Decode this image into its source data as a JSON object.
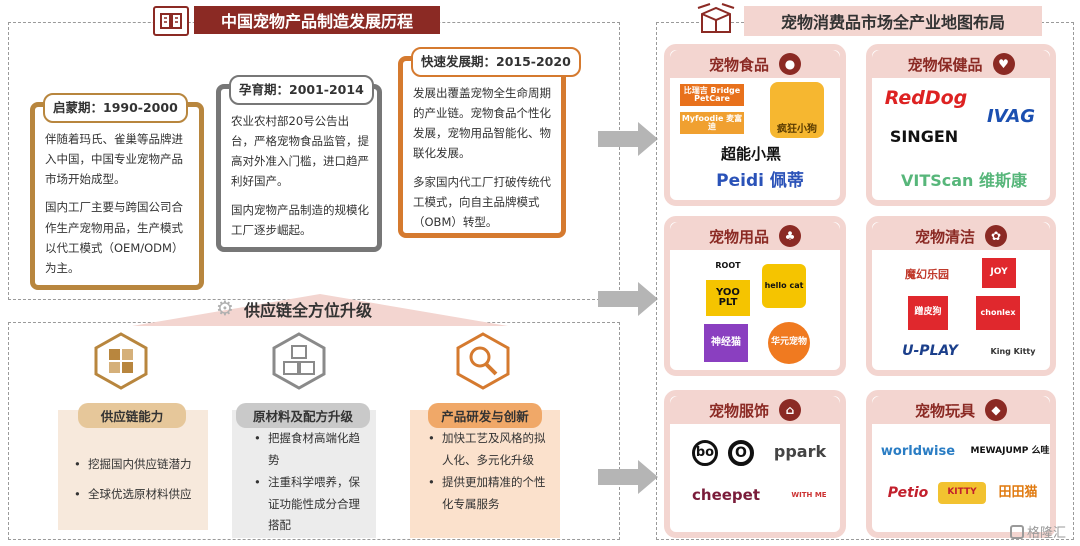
{
  "left_header": {
    "title": "中国宠物产品制造发展历程"
  },
  "phases": [
    {
      "title": "启蒙期：1990-2000",
      "paragraphs": [
        "伴随着玛氏、雀巢等品牌进入中国，中国专业宠物产品市场开始成型。",
        "国内工厂主要与跨国公司合作生产宠物用品，生产模式以代工模式（OEM/ODM）为主。"
      ]
    },
    {
      "title": "孕育期：2001-2014",
      "paragraphs": [
        "农业农村部20号公告出台，严格宠物食品监管，提高对外准入门槛，进口趋严利好国产。",
        "国内宠物产品制造的规模化工厂逐步崛起。"
      ]
    },
    {
      "title": "快速发展期：2015-2020",
      "paragraphs": [
        "发展出覆盖宠物全生命周期的产业链。宠物食品个性化发展，宠物用品智能化、物联化发展。",
        "多家国内代工厂打破传统代工模式，向自主品牌模式（OBM）转型。"
      ]
    }
  ],
  "supply_chain": {
    "title": "供应链全方位升级",
    "columns": [
      {
        "title": "供应链能力",
        "icon": "puzzle-icon",
        "items": [
          "挖掘国内供应链潜力",
          "全球优选原材料供应"
        ]
      },
      {
        "title": "原材料及配方升级",
        "icon": "cubes-icon",
        "items": [
          "把握食材高端化趋势",
          "注重科学喂养，保证功能性成分合理搭配"
        ]
      },
      {
        "title": "产品研发与创新",
        "icon": "magnifier-icon",
        "items": [
          "加快工艺及风格的拟人化、多元化升级",
          "提供更加精准的个性化专属服务"
        ]
      }
    ]
  },
  "right_header": {
    "title": "宠物消费品市场全产业地图布局"
  },
  "categories": [
    {
      "title": "宠物食品",
      "icon": "pizza-icon",
      "logos": [
        "比瑞吉 Bridge PetCare",
        "Myfoodie 麦富迪",
        "疯狂小狗",
        "超能小黑",
        "Peidi 佩蒂"
      ]
    },
    {
      "title": "宠物保健品",
      "icon": "heart-icon",
      "logos": [
        "RedDog",
        "IVAG",
        "SINGEN",
        "VITScan 维斯康"
      ]
    },
    {
      "title": "宠物用品",
      "icon": "tree-deer-icon",
      "logos": [
        "ROOT",
        "YOO PLT",
        "hello cat",
        "神经猫",
        "华元宠物"
      ]
    },
    {
      "title": "宠物清洁",
      "icon": "paw-icon",
      "logos": [
        "魔幻乐园",
        "JOY",
        "蹭皮狗",
        "chonlex",
        "U-PLAY",
        "King Kitty"
      ]
    },
    {
      "title": "宠物服饰",
      "icon": "house-icon",
      "logos": [
        "bo",
        "O",
        "ppark",
        "cheepet",
        "WITH ME"
      ]
    },
    {
      "title": "宠物玩具",
      "icon": "duck-icon",
      "logos": [
        "worldwise",
        "MEWAJUMP 么哇",
        "Petio",
        "KITTY",
        "田田猫"
      ]
    }
  ],
  "watermark": "格隆汇",
  "colors": {
    "brand": "#8b2a24",
    "pink": "#f3d5d0",
    "gold": "#b8863e",
    "orange": "#d57a2f",
    "gray": "#777777"
  }
}
